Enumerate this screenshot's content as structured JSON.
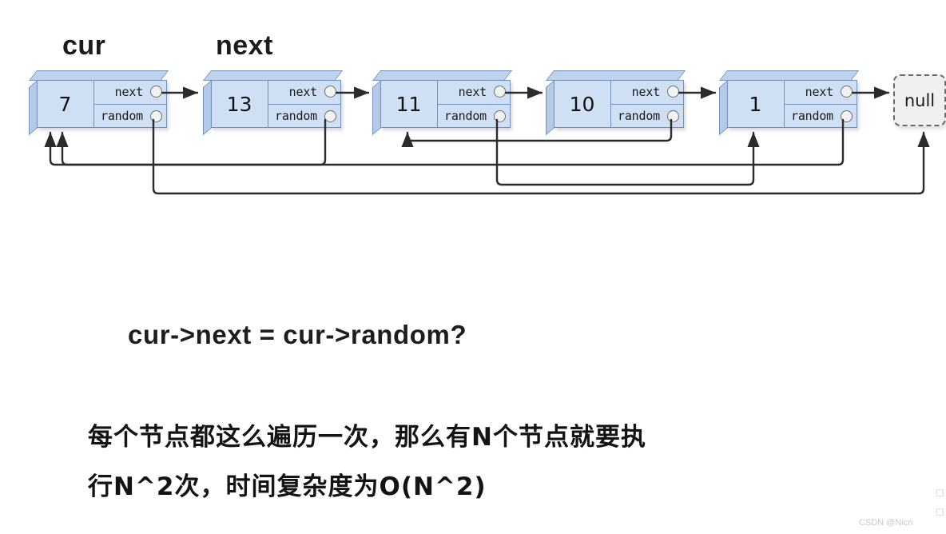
{
  "labels": {
    "cur": "cur",
    "next": "next"
  },
  "nodes": [
    {
      "value": "7",
      "next_label": "next",
      "random_label": "random"
    },
    {
      "value": "13",
      "next_label": "next",
      "random_label": "random"
    },
    {
      "value": "11",
      "next_label": "next",
      "random_label": "random"
    },
    {
      "value": "10",
      "next_label": "next",
      "random_label": "random"
    },
    {
      "value": "1",
      "next_label": "next",
      "random_label": "random"
    }
  ],
  "terminator": {
    "label": "null"
  },
  "links": {
    "next_chain": [
      "7",
      "13",
      "11",
      "10",
      "1",
      "null"
    ],
    "random": [
      {
        "from": "7",
        "to": "null"
      },
      {
        "from": "13",
        "to": "7"
      },
      {
        "from": "11",
        "to": "1"
      },
      {
        "from": "10",
        "to": "11"
      },
      {
        "from": "1",
        "to": "7"
      }
    ]
  },
  "captions": {
    "code": "cur->next = cur->random?",
    "cn_line1": "每个节点都这么遍历一次，那么有N个节点就要执",
    "cn_line2": "行N^2次，时间复杂度为O(N^2)"
  },
  "watermark": {
    "text": "CSDN @Nicn"
  },
  "colors": {
    "node_fill": "#cfe0f5",
    "node_border": "#7490bb",
    "node_top": "#bed2ec",
    "node_side": "#b4cae8",
    "wire": "#2b2b2b",
    "null_fill": "#f0f0f0",
    "null_border": "#6a6a6a",
    "text": "#1a1a1a",
    "watermark": "#c9c9c9"
  }
}
